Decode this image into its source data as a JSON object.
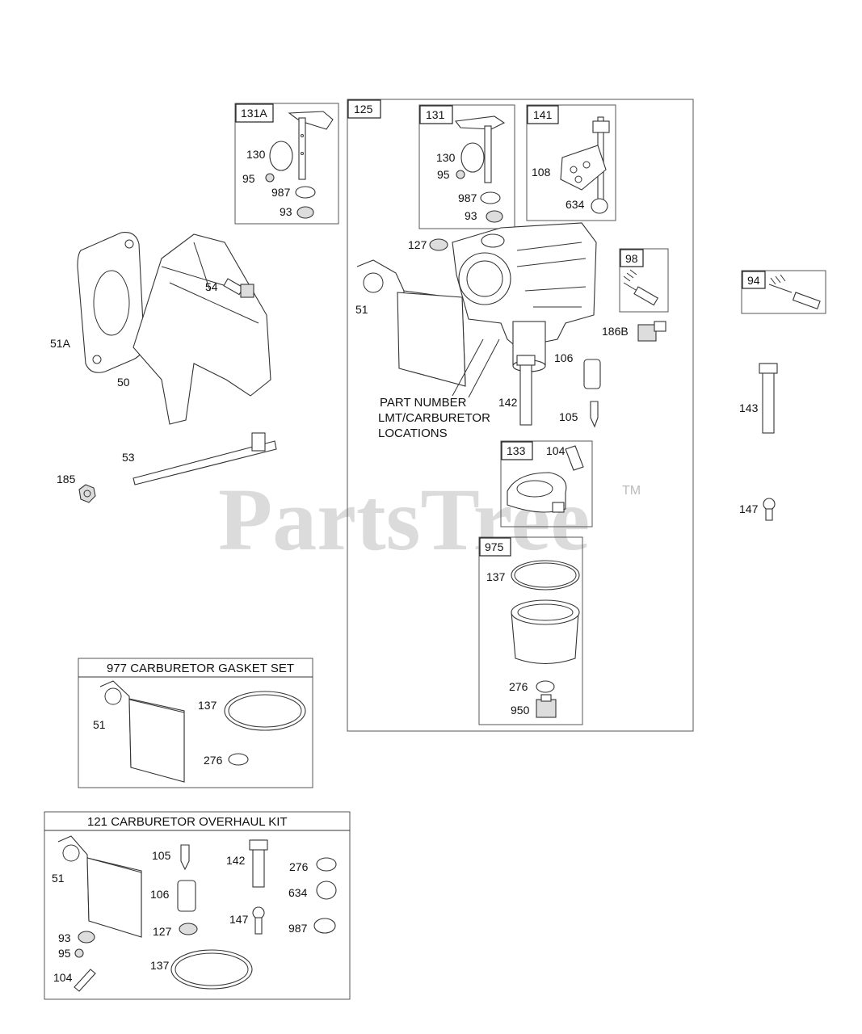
{
  "watermark": {
    "text": "PartsTree",
    "tm": "TM"
  },
  "callouts": {
    "c131A": "131A",
    "c125": "125",
    "c131": "131",
    "c141": "141",
    "c98": "98",
    "c94": "94",
    "c133": "133",
    "c975": "975"
  },
  "labels": {
    "l130a": "130",
    "l95a": "95",
    "l987a": "987",
    "l93a": "93",
    "l130b": "130",
    "l95b": "95",
    "l987b": "987",
    "l93b": "93",
    "l108": "108",
    "l634": "634",
    "l127": "127",
    "l51": "51",
    "l54": "54",
    "l51A": "51A",
    "l50": "50",
    "l53": "53",
    "l185": "185",
    "l186B": "186B",
    "l106": "106",
    "l142": "142",
    "l105": "105",
    "l104": "104",
    "l137": "137",
    "l276": "276",
    "l950": "950",
    "l143": "143",
    "l147": "147"
  },
  "note": {
    "line1": "PART NUMBER",
    "line2": "LMT/CARBURETOR",
    "line3": "LOCATIONS"
  },
  "gasket_set": {
    "title": "977 CARBURETOR GASKET SET",
    "l51": "51",
    "l137": "137",
    "l276": "276"
  },
  "overhaul_kit": {
    "title": "121 CARBURETOR OVERHAUL KIT",
    "l51": "51",
    "l93": "93",
    "l95": "95",
    "l104": "104",
    "l105": "105",
    "l106": "106",
    "l127": "127",
    "l137": "137",
    "l142": "142",
    "l147": "147",
    "l276": "276",
    "l634": "634",
    "l987": "987"
  }
}
